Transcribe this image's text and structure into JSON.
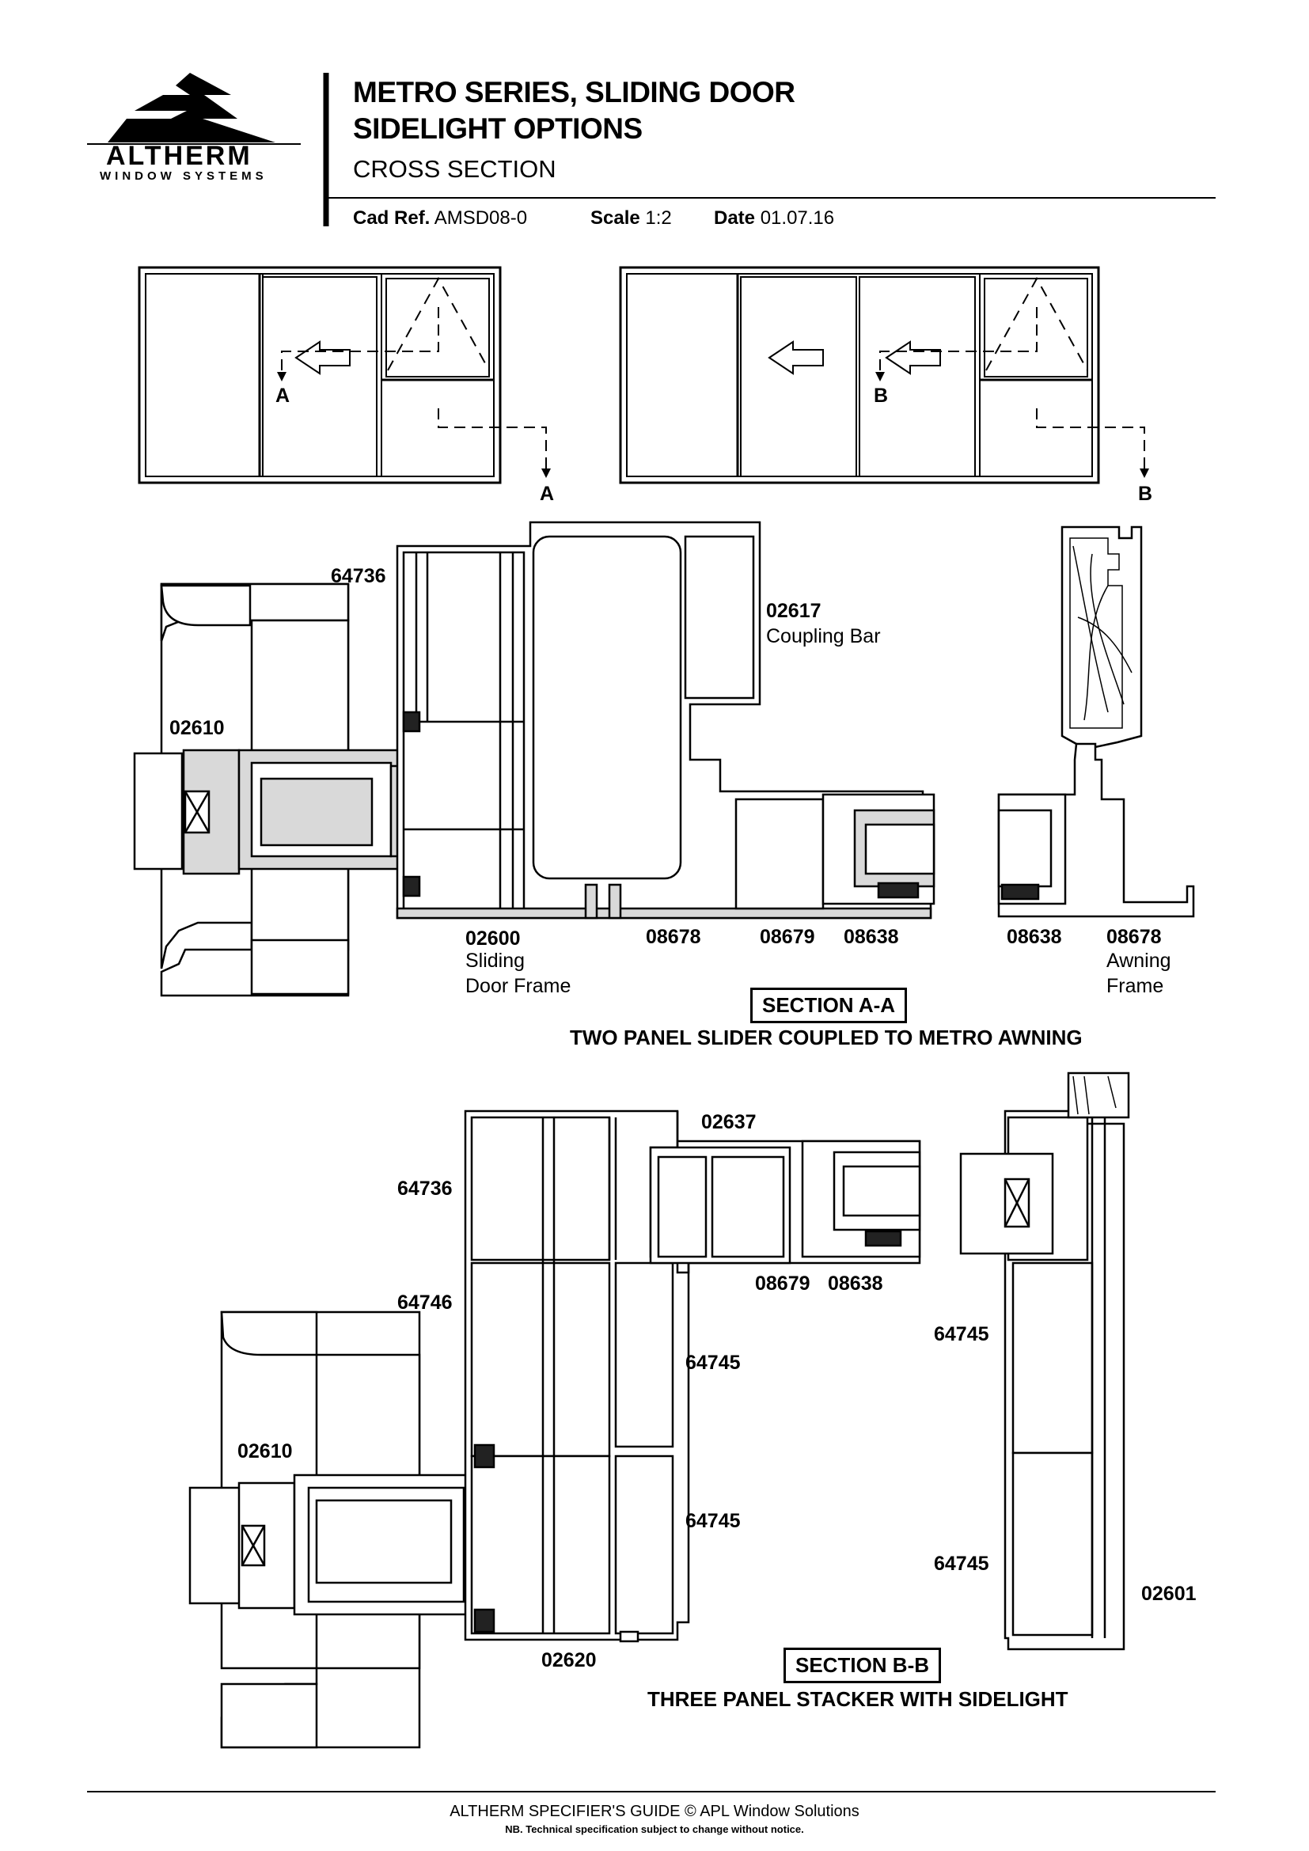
{
  "header": {
    "logo_name": "ALTHERM",
    "logo_tagline": "WINDOW SYSTEMS",
    "title_line1": "METRO SERIES, SLIDING DOOR",
    "title_line2": "SIDELIGHT OPTIONS",
    "subtitle": "CROSS SECTION",
    "cad_ref_label": "Cad Ref.",
    "cad_ref_value": "AMSD08-0",
    "scale_label": "Scale",
    "scale_value": "1:2",
    "date_label": "Date",
    "date_value": "01.07.16"
  },
  "elevations": {
    "left_marker_inner": "A",
    "left_marker_outer": "A",
    "right_marker_inner": "B",
    "right_marker_outer": "B"
  },
  "section_a": {
    "labels": {
      "p64736": "64736",
      "p02617": "02617",
      "p02617_desc": "Coupling Bar",
      "p02610": "02610",
      "p02600": "02600",
      "p02600_desc1": "Sliding",
      "p02600_desc2": "Door Frame",
      "p08678a": "08678",
      "p08679": "08679",
      "p08638a": "08638",
      "p08638b": "08638",
      "p08678b": "08678",
      "p08678b_desc1": "Awning",
      "p08678b_desc2": "Frame"
    },
    "section_title": "SECTION A-A",
    "caption": "TWO PANEL SLIDER COUPLED TO METRO AWNING"
  },
  "section_b": {
    "labels": {
      "p02637": "02637",
      "p64736": "64736",
      "p64746": "64746",
      "p08679": "08679",
      "p08638": "08638",
      "p64745a": "64745",
      "p64745b": "64745",
      "p64745c": "64745",
      "p64745d": "64745",
      "p02610": "02610",
      "p02620": "02620",
      "p02601": "02601"
    },
    "section_title": "SECTION B-B",
    "caption": "THREE PANEL STACKER WITH SIDELIGHT"
  },
  "footer": {
    "line1": "ALTHERM SPECIFIER'S GUIDE  © APL Window Solutions",
    "line2": "NB. Technical specification subject to change without notice."
  }
}
